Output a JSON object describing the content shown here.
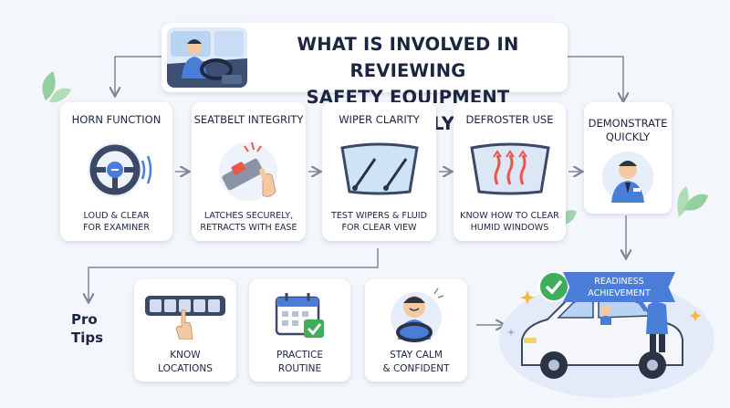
{
  "title": {
    "line1": "What is involved in reviewing",
    "line2": "safety equipment properly?"
  },
  "steps": [
    {
      "id": "horn",
      "heading": "Horn Function",
      "desc": [
        "Loud & clear",
        "for examiner"
      ],
      "icon": "steering-wheel-horn-icon"
    },
    {
      "id": "seatbelt",
      "heading": "Seatbelt Integrity",
      "desc": [
        "Latches securely,",
        "retracts with ease"
      ],
      "icon": "seatbelt-buckle-icon"
    },
    {
      "id": "wiper",
      "heading": "Wiper Clarity",
      "desc": [
        "Test wipers & fluid",
        "for clear view"
      ],
      "icon": "windshield-wiper-icon"
    },
    {
      "id": "defroster",
      "heading": "Defroster Use",
      "desc": [
        "Know how to clear",
        "humid windows"
      ],
      "icon": "defroster-icon"
    },
    {
      "id": "demonstrate",
      "heading": [
        "Demonstrate",
        "quickly"
      ],
      "icon": "examiner-icon"
    }
  ],
  "pro_tips": {
    "label": [
      "Pro",
      "Tips"
    ],
    "items": [
      {
        "id": "locations",
        "label": [
          "Know",
          "locations"
        ],
        "icon": "button-panel-icon"
      },
      {
        "id": "practice",
        "label": [
          "Practice",
          "routine"
        ],
        "icon": "calendar-check-icon"
      },
      {
        "id": "calm",
        "label": [
          "Stay calm",
          "& confident"
        ],
        "icon": "calm-driver-icon"
      }
    ]
  },
  "readiness": {
    "banner": [
      "Readiness",
      "Achievement"
    ],
    "icon": "check-badge-icon"
  },
  "colors": {
    "background": "#f3f6fb",
    "card": "#ffffff",
    "arrow": "#7e8797",
    "accent_blue": "#4a7dd8",
    "check_green": "#3fae5b",
    "heat_red": "#e8584a",
    "leaf_green": "#7cc58a"
  }
}
